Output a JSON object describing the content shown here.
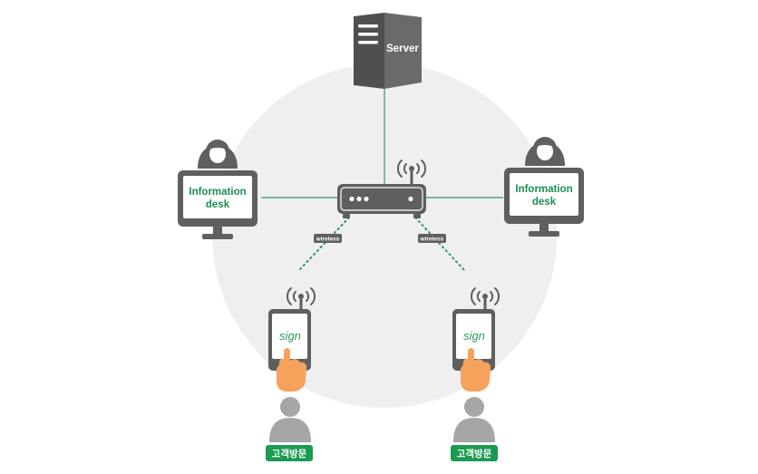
{
  "server": {
    "label": "Server"
  },
  "desks": [
    {
      "label_line1": "Information",
      "label_line2": "desk"
    },
    {
      "label_line1": "Information",
      "label_line2": "desk"
    }
  ],
  "links": [
    {
      "label": "wireless"
    },
    {
      "label": "wireless"
    }
  ],
  "tablets": [
    {
      "screen_text": "sign",
      "visitor_label": "고객방문"
    },
    {
      "screen_text": "sign",
      "visitor_label": "고객방문"
    }
  ],
  "colors": {
    "background_circle": "#efefef",
    "device_gray": "#5f5f5f",
    "link_green": "#2f9a5c",
    "label_green": "#1a8f4f",
    "badge_green": "#1b9a52",
    "visitor_gray": "#a6a6a6",
    "hand_orange": "#f5a35c"
  },
  "icons": [
    "server-icon",
    "router-icon",
    "monitor-icon",
    "person-icon",
    "tablet-icon",
    "hand-icon",
    "visitor-icon",
    "wifi-icon"
  ]
}
